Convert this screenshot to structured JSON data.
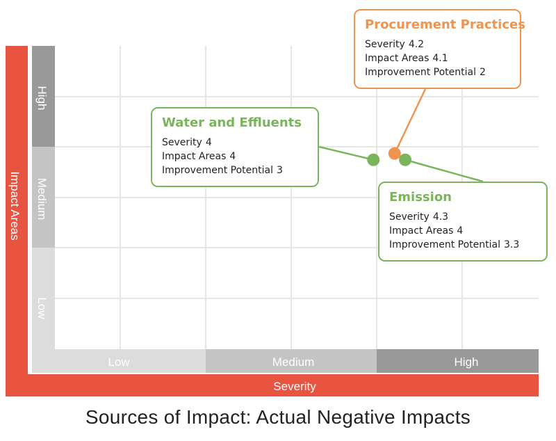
{
  "title": "Sources of Impact: Actual Negative Impacts",
  "colors": {
    "axis_bar": "#e95441",
    "green": "#7ab55c",
    "orange": "#ef9450",
    "band_light": "#dcdcdc",
    "band_mid": "#c4c4c4",
    "band_dark": "#999999",
    "grid": "#e6e6e6"
  },
  "chart_data": {
    "type": "scatter",
    "title": "Sources of Impact: Actual Negative Impacts",
    "xlabel": "Severity",
    "ylabel": "Impact Areas",
    "x_categories": [
      "Low",
      "Medium",
      "High"
    ],
    "y_categories": [
      "Low",
      "Medium",
      "High"
    ],
    "xlim": [
      1,
      5
    ],
    "ylim": [
      1,
      5
    ],
    "grid": true,
    "series": [
      {
        "name": "Water and Effluents",
        "color": "#7ab55c",
        "x": 4,
        "y": 4,
        "rows": [
          {
            "label": "Severity",
            "value": "4"
          },
          {
            "label": "Impact Areas",
            "value": "4"
          },
          {
            "label": "Improvement Potential",
            "value": "3"
          }
        ]
      },
      {
        "name": "Procurement Practices",
        "color": "#ef9450",
        "x": 4.2,
        "y": 4.1,
        "rows": [
          {
            "label": "Severity",
            "value": "4.2"
          },
          {
            "label": "Impact Areas",
            "value": "4.1"
          },
          {
            "label": "Improvement Potential",
            "value": "2"
          }
        ]
      },
      {
        "name": "Emission",
        "color": "#7ab55c",
        "x": 4.3,
        "y": 4,
        "rows": [
          {
            "label": "Severity",
            "value": "4.3"
          },
          {
            "label": "Impact Areas",
            "value": "4"
          },
          {
            "label": "Improvement Potential",
            "value": "3.3"
          }
        ]
      }
    ]
  }
}
